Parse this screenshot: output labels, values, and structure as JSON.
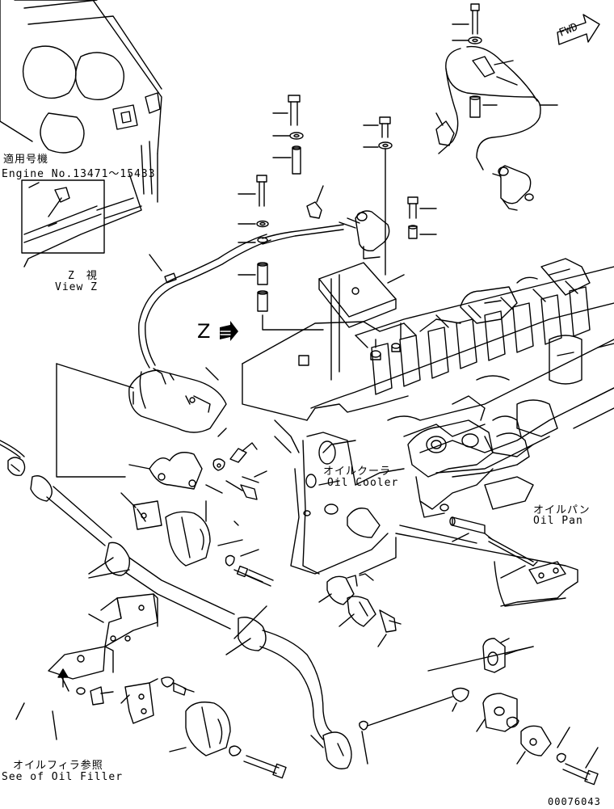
{
  "labels": {
    "applicable_jp": "適用号機",
    "engine_no": "Engine No.13471～15433",
    "view_z_jp": "Z　視",
    "view_z_en": "View Z",
    "z_marker": "Z",
    "oil_cooler_jp": "オイルクーラ",
    "oil_cooler_en": "Oil Cooler",
    "oil_pan_jp": "オイルパン",
    "oil_pan_en": "Oil Pan",
    "oil_filler_jp": "オイルフィラ参照",
    "oil_filler_en": "See of Oil Filler",
    "fwd": "FWD",
    "drawing_number": "00076043"
  },
  "colors": {
    "line": "#000000",
    "background": "#ffffff"
  }
}
